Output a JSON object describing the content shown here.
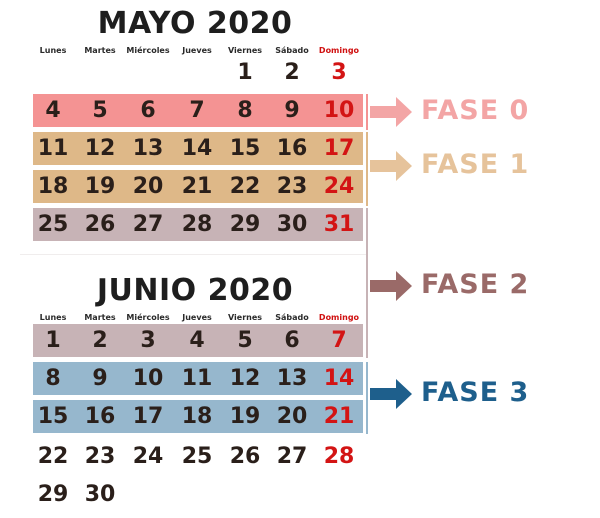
{
  "colors": {
    "fase0": "#f49393",
    "fase1": "#deb888",
    "fase2": "#c7b3b6",
    "fase3": "#96b7cd",
    "fase0_text": "#f3a5a5",
    "fase1_text": "#e6c39b",
    "fase2_text": "#9a6a68",
    "fase3_text": "#1e5f8c",
    "sunday": "#d31414"
  },
  "weekdays": [
    "Lunes",
    "Martes",
    "Miércoles",
    "Jueves",
    "Viernes",
    "Sábado",
    "Domingo"
  ],
  "months": [
    {
      "title": "MAYO 2020",
      "weeks": [
        {
          "days": [
            "",
            "",
            "",
            "",
            "1",
            "2",
            "3"
          ],
          "phase": ""
        },
        {
          "days": [
            "4",
            "5",
            "6",
            "7",
            "8",
            "9",
            "10"
          ],
          "phase": "fase0"
        },
        {
          "days": [
            "11",
            "12",
            "13",
            "14",
            "15",
            "16",
            "17"
          ],
          "phase": "fase1"
        },
        {
          "days": [
            "18",
            "19",
            "20",
            "21",
            "22",
            "23",
            "24"
          ],
          "phase": "fase1"
        },
        {
          "days": [
            "25",
            "26",
            "27",
            "28",
            "29",
            "30",
            "31"
          ],
          "phase": "fase2"
        }
      ]
    },
    {
      "title": "JUNIO 2020",
      "weeks": [
        {
          "days": [
            "1",
            "2",
            "3",
            "4",
            "5",
            "6",
            "7"
          ],
          "phase": "fase2"
        },
        {
          "days": [
            "8",
            "9",
            "10",
            "11",
            "12",
            "13",
            "14"
          ],
          "phase": "fase3"
        },
        {
          "days": [
            "15",
            "16",
            "17",
            "18",
            "19",
            "20",
            "21"
          ],
          "phase": "fase3"
        },
        {
          "days": [
            "22",
            "23",
            "24",
            "25",
            "26",
            "27",
            "28"
          ],
          "phase": ""
        },
        {
          "days": [
            "29",
            "30",
            "",
            "",
            "",
            "",
            ""
          ],
          "phase": ""
        }
      ]
    }
  ],
  "phases": [
    {
      "key": "fase0",
      "label": "FASE 0"
    },
    {
      "key": "fase1",
      "label": "FASE 1"
    },
    {
      "key": "fase2",
      "label": "FASE 2"
    },
    {
      "key": "fase3",
      "label": "FASE 3"
    }
  ]
}
